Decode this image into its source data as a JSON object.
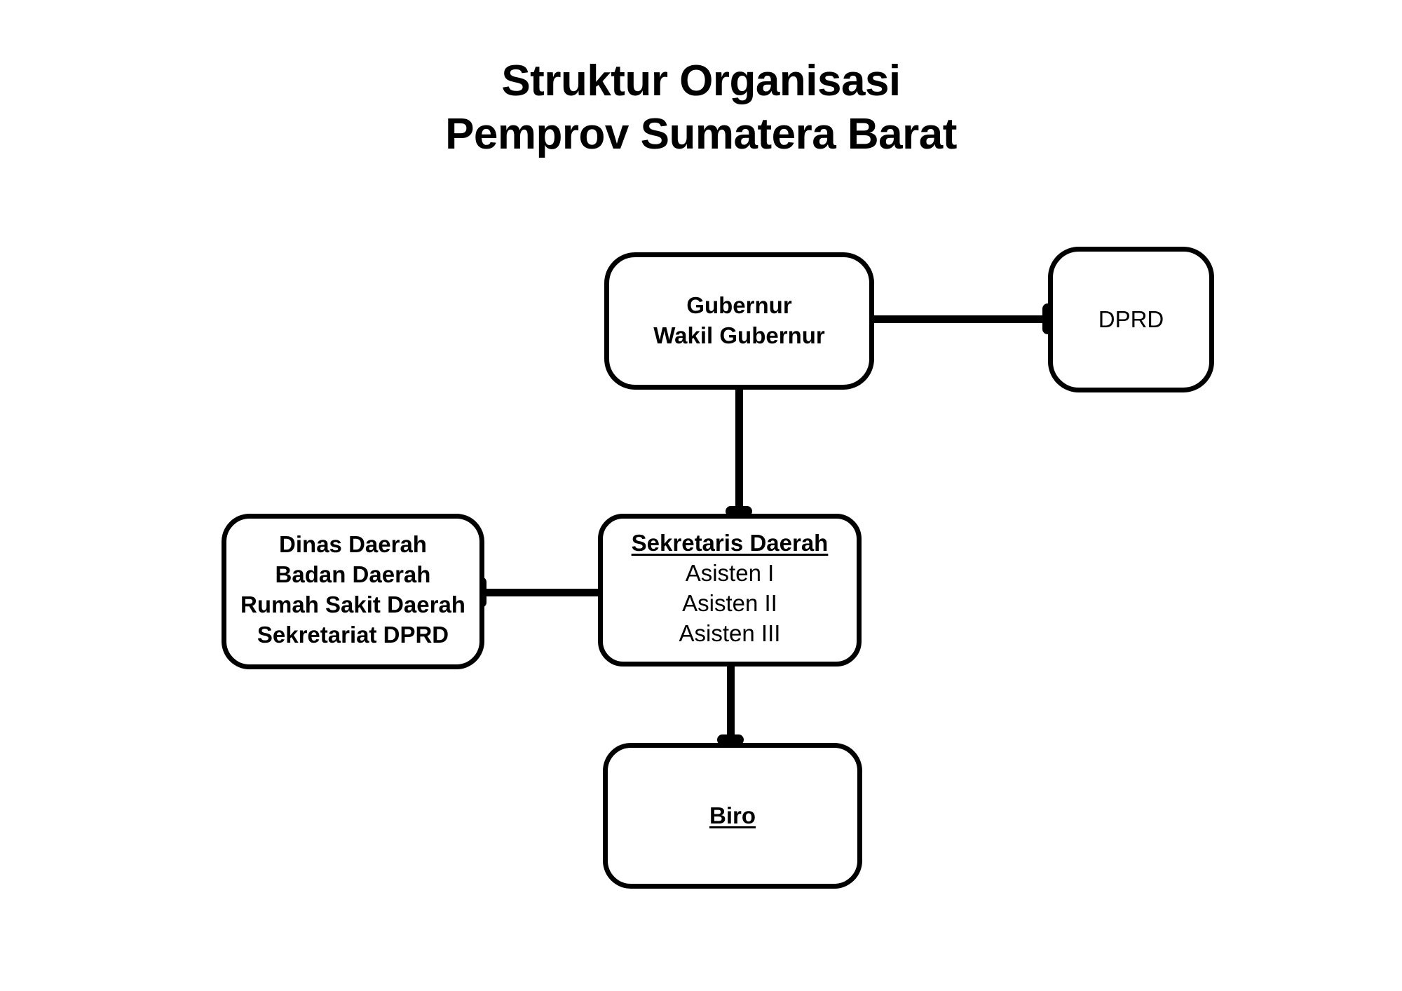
{
  "title": {
    "line1": "Struktur Organisasi",
    "line2": "Pemprov Sumatera Barat"
  },
  "colors": {
    "background": "#ffffff",
    "stroke": "#000000",
    "text": "#000000"
  },
  "nodes": {
    "gubernur": {
      "lines": [
        "Gubernur",
        "Wakil Gubernur"
      ]
    },
    "dprd": {
      "lines": [
        "DPRD"
      ]
    },
    "sekretaris_daerah": {
      "heading": "Sekretaris Daerah",
      "lines": [
        "Asisten I",
        "Asisten II",
        "Asisten III"
      ]
    },
    "dinas_daerah": {
      "lines": [
        "Dinas Daerah",
        "Badan Daerah",
        "Rumah Sakit Daerah",
        "Sekretariat DPRD"
      ]
    },
    "biro": {
      "heading": "Biro"
    }
  },
  "connections": [
    {
      "name": "gubernur-to-sekretaris-daerah",
      "from": "gubernur",
      "to": "sekretaris_daerah",
      "orientation": "vertical"
    },
    {
      "name": "gubernur-to-dprd",
      "from": "gubernur",
      "to": "dprd",
      "orientation": "horizontal"
    },
    {
      "name": "sekretaris-daerah-to-dinas-daerah",
      "from": "sekretaris_daerah",
      "to": "dinas_daerah",
      "orientation": "horizontal"
    },
    {
      "name": "sekretaris-daerah-to-biro",
      "from": "sekretaris_daerah",
      "to": "biro",
      "orientation": "vertical"
    }
  ]
}
